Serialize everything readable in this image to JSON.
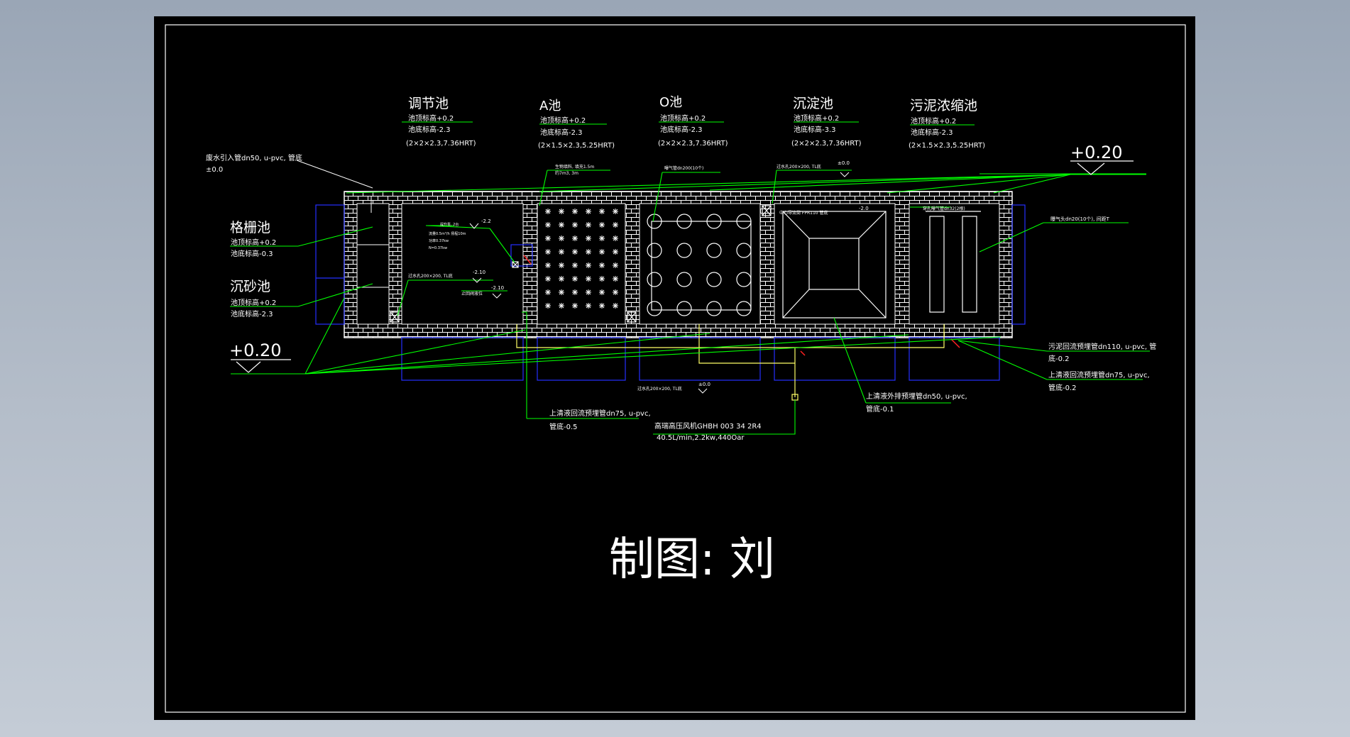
{
  "tanks": {
    "regulating": {
      "title": "调节池",
      "top_level": "池顶标高+0.2",
      "bottom_level": "池底标高-2.3",
      "size": "(2×2×2.3,7.36HRT)"
    },
    "anoxic": {
      "title": "A池",
      "top_level": "池顶标高+0.2",
      "bottom_level": "池底标高-2.3",
      "size": "(2×1.5×2.3,5.25HRT)"
    },
    "oxic": {
      "title": "O池",
      "top_level": "池顶标高+0.2",
      "bottom_level": "池底标高-2.3",
      "size": "(2×2×2.3,7.36HRT)"
    },
    "settling": {
      "title": "沉淀池",
      "top_level": "池顶标高+0.2",
      "bottom_level": "池底标高-3.3",
      "size": "(2×2×2.3,7.36HRT)"
    },
    "sludge": {
      "title": "污泥浓缩池",
      "top_level": "池顶标高+0.2",
      "bottom_level": "池底标高-2.3",
      "size": "(2×1.5×2.3,5.25HRT)"
    },
    "screen": {
      "title": "格栅池",
      "top_level": "池顶标高+0.2",
      "bottom_level": "池底标高-0.3"
    },
    "grit": {
      "title": "沉砂池",
      "top_level": "池顶标高+0.2",
      "bottom_level": "池底标高-2.3"
    }
  },
  "elevation_left": "+0.20",
  "elevation_right": "+0.20",
  "inlet_note": {
    "line1": "废水引入管dn50, u-pvc, 管底",
    "line2": "±0.0"
  },
  "callouts": {
    "recycle_75_low": {
      "line1": "上清液回流预埋管dn75, u-pvc,",
      "line2": "管底-0.5"
    },
    "blower": {
      "line1": "高瑞高压风机GHBH 003 34 2R4",
      "line2": "40.5L/min,2.2kw,440Oar"
    },
    "discharge": {
      "line1": "上清液外排预埋管dn50, u-pvc,",
      "line2": "管底-0.1"
    },
    "sludge_return": {
      "line1": "污泥回流预埋管dn110, u-pvc, 管",
      "line2": "底-0.2"
    },
    "recycle_75_right": {
      "line1": "上清液回流预埋管dn75, u-pvc,",
      "line2": "管底-0.2"
    },
    "aerator_right": "曝气头dn20(10个), 间距T"
  },
  "small_notes": {
    "a_tank_fill": "生物填料, 填充1.5m",
    "a_tank_fill2": "约7m3, 3m",
    "o_tank_aerator": "曝气管dn200(10个)",
    "settle_pipe": "过水孔200×200, TL底",
    "settle_pipe_level": "±0.0",
    "settle_inner": "中心导流筒 FPR110 管底",
    "settle_level": "-2.0",
    "sludge_inner": "穿孔曝气管dn32(2根)",
    "reg_pump1": "提升泵, 2台",
    "reg_pump2": "流量0.5m³/h 扬程10m",
    "reg_pump3": "功率0.37kw",
    "reg_pump4": "N=0.37kw",
    "reg_level1": "-2.2",
    "reg_level2": "-2.10",
    "reg_level3": "-2.10",
    "reg_hole": "过水孔200×200, TL底",
    "reg_valve": "止回阀液位",
    "o_hole": "过水孔200×200, TL底",
    "o_level": "±0.0"
  },
  "author": "制图: 刘",
  "colors": {
    "frame": "#000000",
    "line": "#ffffff",
    "leader": "#00ff00",
    "dimension": "#2430ff",
    "pipe": "#ffff66",
    "accent": "#ff2020"
  }
}
